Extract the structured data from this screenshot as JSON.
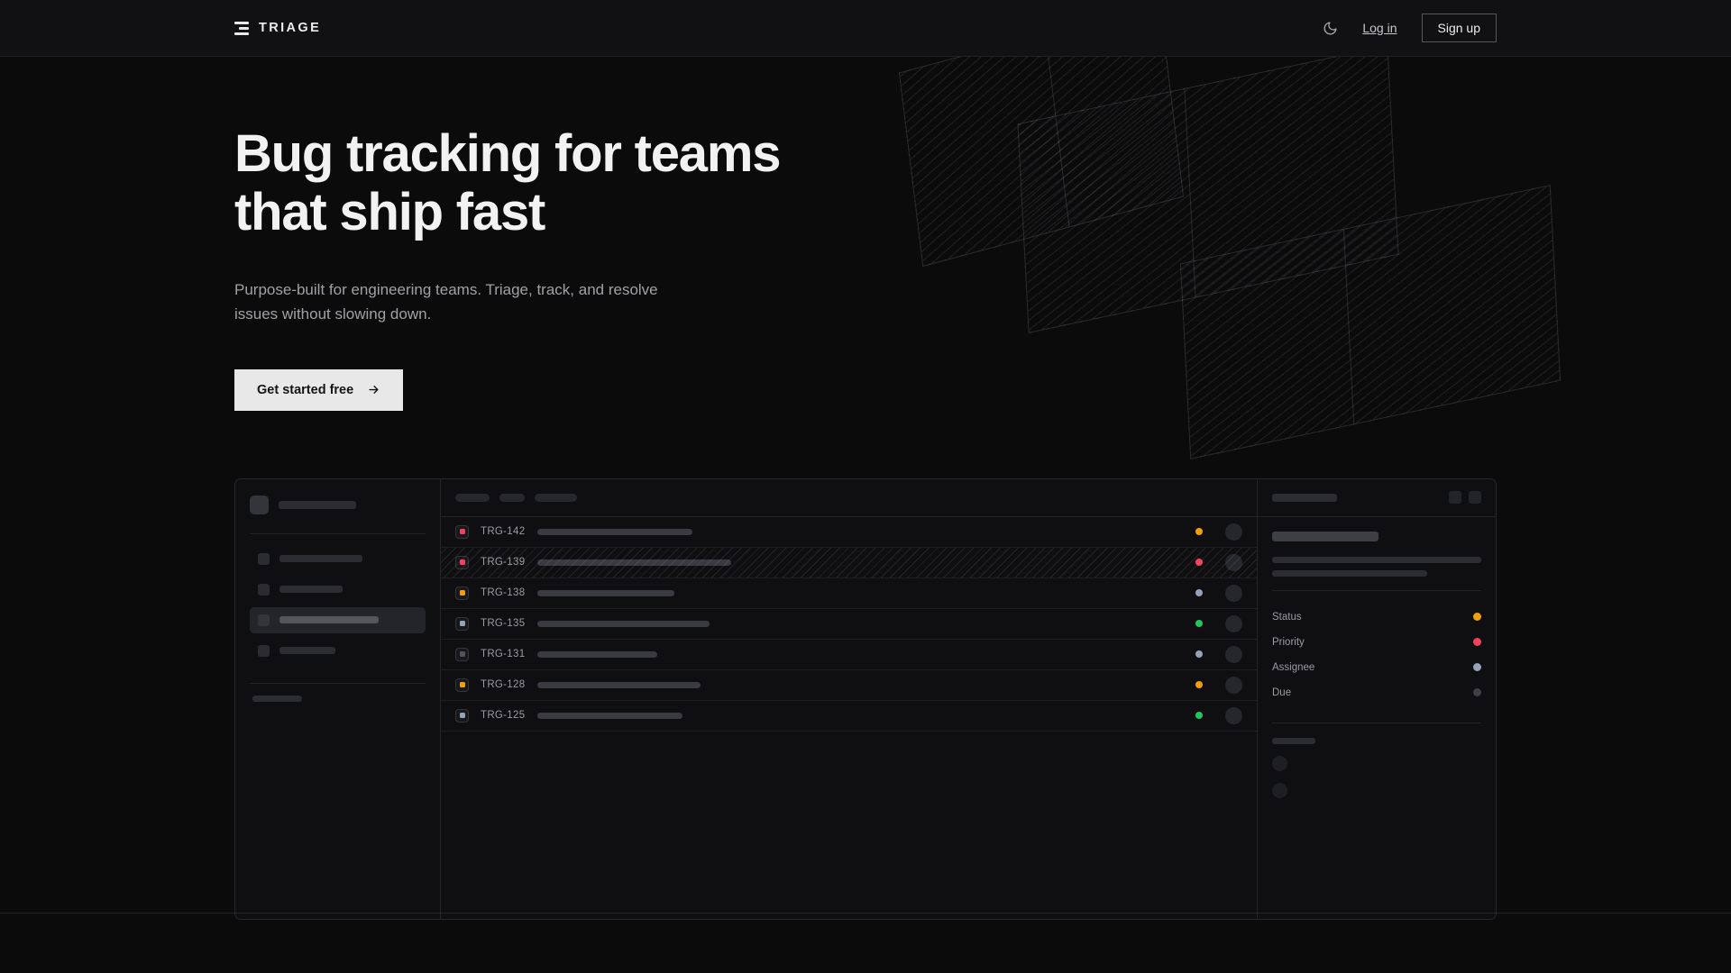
{
  "nav": {
    "brand": "TRIAGE",
    "theme_toggle_icon": "moon-icon",
    "login_label": "Log in",
    "signup_label": "Sign up"
  },
  "hero": {
    "heading": "Bug tracking for teams that ship fast",
    "subheading": "Purpose-built for engineering teams. Triage, track, and resolve issues without slowing down.",
    "cta_label": "Get started free",
    "cta_icon": "arrow-right-icon"
  },
  "colors": {
    "background": "#0b0b0c",
    "panel": "#0f0f11",
    "accent_light": "#e8e8e9",
    "pink": "#f43f5e",
    "orange": "#f59e0b",
    "green": "#22c55e",
    "slate": "#94a3b8",
    "gray": "#3f4046"
  },
  "mockup": {
    "sidebar": {
      "nav_items": [
        {
          "active": false,
          "width": 92
        },
        {
          "active": false,
          "width": 70
        },
        {
          "active": true,
          "width": 110
        },
        {
          "active": false,
          "width": 62
        }
      ],
      "section_label_width": 55,
      "mini_items": 3
    },
    "list": {
      "header_chips": [
        38,
        28,
        47
      ],
      "rows": [
        {
          "id": "TRG-142",
          "priority_color": "#f43f5e",
          "status_color": "#f59e0b",
          "bar": 172,
          "selected": false
        },
        {
          "id": "TRG-139",
          "priority_color": "#f43f5e",
          "status_color": "#f43f5e",
          "bar": 215,
          "selected": true
        },
        {
          "id": "TRG-138",
          "priority_color": "#f59e0b",
          "status_color": "#94a3b8",
          "bar": 152,
          "selected": false
        },
        {
          "id": "TRG-135",
          "priority_color": "#94a3b8",
          "status_color": "#22c55e",
          "bar": 191,
          "selected": false
        },
        {
          "id": "TRG-131",
          "priority_color": "#52525b",
          "status_color": "#94a3b8",
          "bar": 133,
          "selected": false
        },
        {
          "id": "TRG-128",
          "priority_color": "#f59e0b",
          "status_color": "#f59e0b",
          "bar": 181,
          "selected": false
        },
        {
          "id": "TRG-125",
          "priority_color": "#94a3b8",
          "status_color": "#22c55e",
          "bar": 161,
          "selected": false
        }
      ]
    },
    "detail": {
      "header_title_width": 72,
      "header_buttons": 2,
      "title_width": 118,
      "desc_line_widths": [
        232,
        172
      ],
      "fields": [
        {
          "label": "Status",
          "color": "#f59e0b"
        },
        {
          "label": "Priority",
          "color": "#f43f5e"
        },
        {
          "label": "Assignee",
          "color": "#94a3b8"
        },
        {
          "label": "Due",
          "color": "#3f4046"
        }
      ],
      "activity_label_width": 48,
      "activity_avatars": 2
    }
  }
}
